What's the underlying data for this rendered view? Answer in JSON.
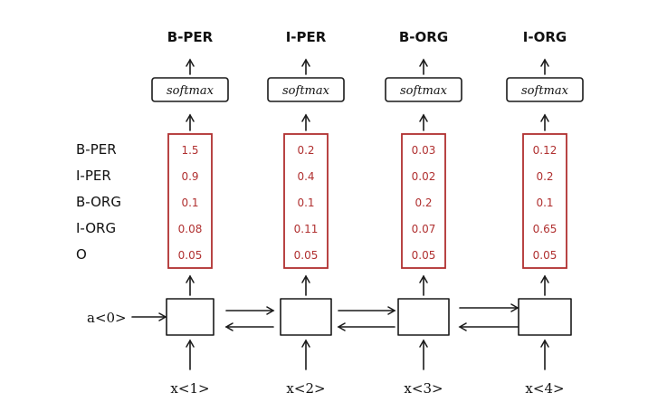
{
  "row_labels": [
    "B-PER",
    "I-PER",
    "B-ORG",
    "I-ORG",
    "O"
  ],
  "initial_activation": "a<0>",
  "softmax_label": "softmax",
  "steps": [
    {
      "output": "B-PER",
      "scores": [
        "1.5",
        "0.9",
        "0.1",
        "0.08",
        "0.05"
      ],
      "input": "x<1>"
    },
    {
      "output": "I-PER",
      "scores": [
        "0.2",
        "0.4",
        "0.1",
        "0.11",
        "0.05"
      ],
      "input": "x<2>"
    },
    {
      "output": "B-ORG",
      "scores": [
        "0.03",
        "0.02",
        "0.2",
        "0.07",
        "0.05"
      ],
      "input": "x<3>"
    },
    {
      "output": "I-ORG",
      "scores": [
        "0.12",
        "0.2",
        "0.1",
        "0.65",
        "0.05"
      ],
      "input": "x<4>"
    }
  ]
}
